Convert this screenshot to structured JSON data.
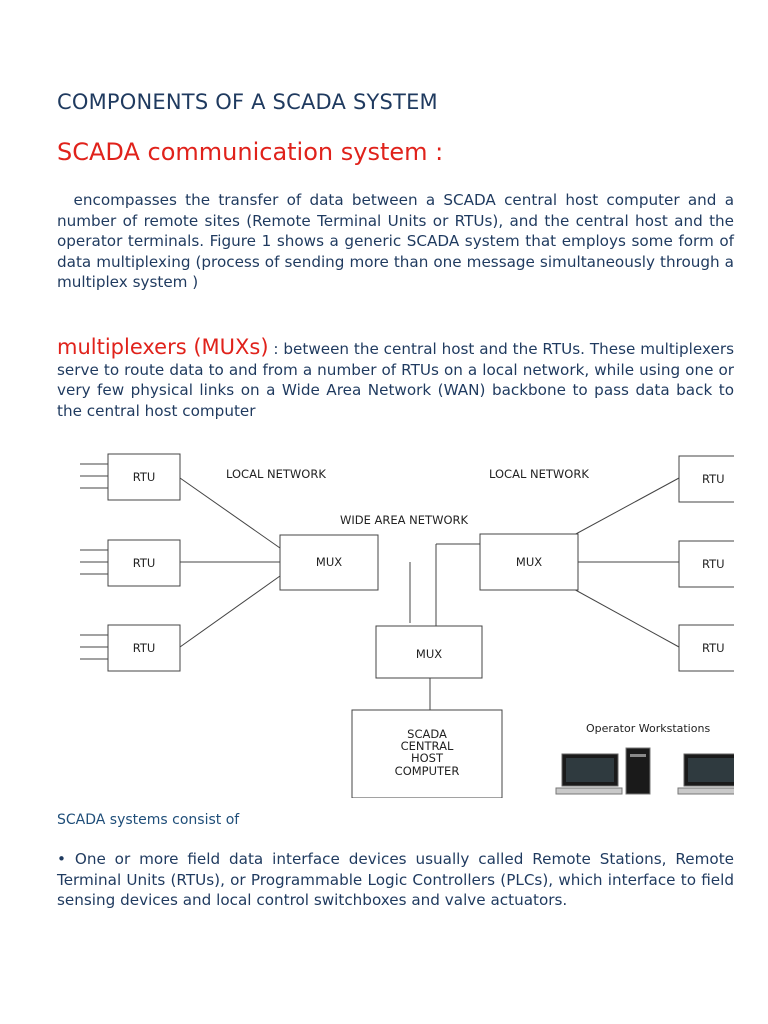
{
  "heading": "COMPONENTS OF A SCADA SYSTEM",
  "subheading": "SCADA communication system :",
  "paragraph1": "encompasses the transfer of data between a SCADA central host computer and a number of remote sites (Remote Terminal Units or RTUs), and the central host and the operator terminals. Figure 1 shows a generic SCADA system that employs some form of data multiplexing (process of sending more than one message simultaneously through a multiplex system )",
  "mux_term": "multiplexers (MUXs)",
  "paragraph2": " : between the central host and the RTUs. These multiplexers serve to route data to and from a number of RTUs on a local network, while using one or very few physical links on a Wide Area Network (WAN) backbone to pass data back to the central host computer",
  "diagram": {
    "local_network_left": "LOCAL NETWORK",
    "local_network_right": "LOCAL NETWORK",
    "wide_area_network": "WIDE AREA NETWORK",
    "rtu_label": "RTU",
    "rtu_label_clipped": "RTU",
    "mux_label": "MUX",
    "central_line1": "SCADA",
    "central_line2": "CENTRAL",
    "central_line3": "HOST",
    "central_line4": "COMPUTER",
    "operator_label": "Operator Workstations"
  },
  "consist_label": "SCADA systems consist of",
  "bullet1": "• One or more field data interface devices usually called Remote Stations, Remote Terminal Units (RTUs), or Programmable Logic Controllers (PLCs), which interface to field sensing devices and local control switchboxes and valve actuators."
}
